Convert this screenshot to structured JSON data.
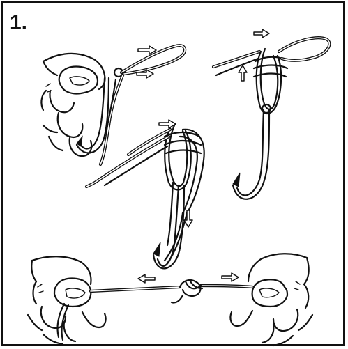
{
  "diagram": {
    "step_label": "1.",
    "panels": [
      {
        "id": "hold-and-loop",
        "arrows": [
          "right",
          "right"
        ]
      },
      {
        "id": "wrap-turns",
        "arrows": [
          "right",
          "up"
        ]
      },
      {
        "id": "pass-through-loop",
        "arrows": [
          "right",
          "down"
        ]
      },
      {
        "id": "pull-tight",
        "arrows": [
          "left",
          "right"
        ]
      }
    ],
    "colors": {
      "ink": "#111111",
      "background": "#ffffff",
      "arrow_fill": "#ffffff"
    }
  }
}
